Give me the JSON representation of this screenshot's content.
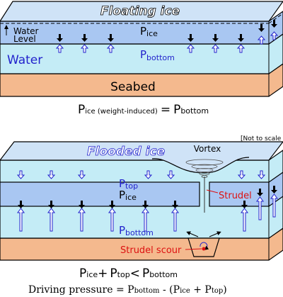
{
  "top_panel": {
    "title": "Floating ice",
    "water_level": [
      "Water",
      "Level"
    ],
    "water": "Water",
    "p_ice": "P",
    "p_ice_sub": "ice",
    "p_bottom": "P",
    "p_bottom_sub": "bottom",
    "seabed": "Seabed"
  },
  "equation1": {
    "lhs": "P",
    "lhs_sub": "ice (weight-induced)",
    "op": "=",
    "rhs": "P",
    "rhs_sub": "bottom"
  },
  "note": "[Not to scale",
  "bottom_panel": {
    "title": "Flooded ice",
    "vortex": "Vortex",
    "p_top": "P",
    "p_top_sub": "top",
    "p_ice": "P",
    "p_ice_sub": "ice",
    "p_bottom": "P",
    "p_bottom_sub": "bottom",
    "strudel": "Strudel",
    "strudel_scour": "Strudel scour"
  },
  "equation2": {
    "a": "P",
    "a_sub": "ice",
    "plus": "+",
    "b": "P",
    "b_sub": "top",
    "lt": "<",
    "c": "P",
    "c_sub": "bottom"
  },
  "driving": {
    "text1": "Driving pressure = P",
    "sub1": "bottom",
    "text2": " - (P",
    "sub2": "ice",
    "text3": " + P",
    "sub3": "top",
    "text4": ")"
  },
  "colors": {
    "ice_top": "#cfe3f7",
    "ice_body": "#a9c7f2",
    "water": "#c4ecf6",
    "seabed": "#f4b98e",
    "label_blue": "#2222cc",
    "label_red": "#dd1111",
    "outline": "#000000"
  }
}
